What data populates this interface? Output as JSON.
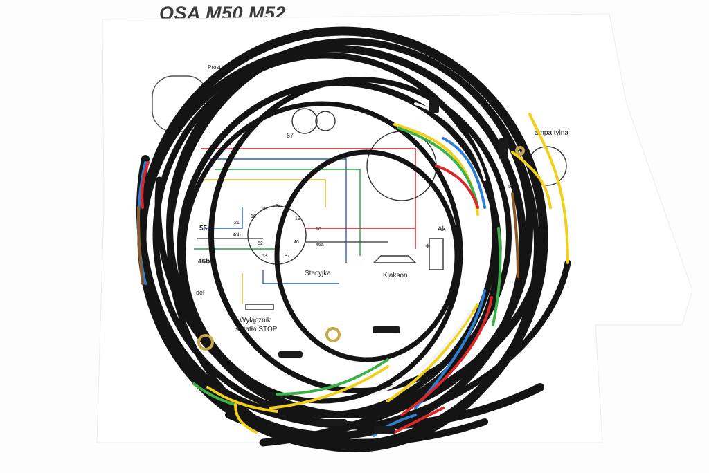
{
  "title": "OSA M50 M52",
  "diagram": {
    "labels": {
      "prost": "Prost",
      "n67": "67",
      "n55": "55",
      "n46b": "46b",
      "n54": "54",
      "n15": "15",
      "n16": "16",
      "n21": "21",
      "n19": "19",
      "n10": "10",
      "n46a": "46a",
      "n46b_small": "46b",
      "n46": "46",
      "n52": "52",
      "n53": "53",
      "n87": "87",
      "n59": "59",
      "ignition": "Stacyjka",
      "horn": "Klakson",
      "battery": "Ak",
      "plus": "+",
      "lamp": "ampa tylna",
      "stop_switch_1": "Wyłącznik",
      "stop_switch_2": "światła STOP",
      "partial_del": "del"
    }
  },
  "colors": {
    "background": "#fdfdfd",
    "cable": "#141414",
    "wire_blue": "#2f7fd0",
    "wire_yellow": "#f2cf1a",
    "wire_green": "#3db04a",
    "wire_red": "#d8282a",
    "wire_white": "#f4f4f4",
    "wire_brown": "#8a5a2b",
    "terminal": "#c9a84a"
  }
}
